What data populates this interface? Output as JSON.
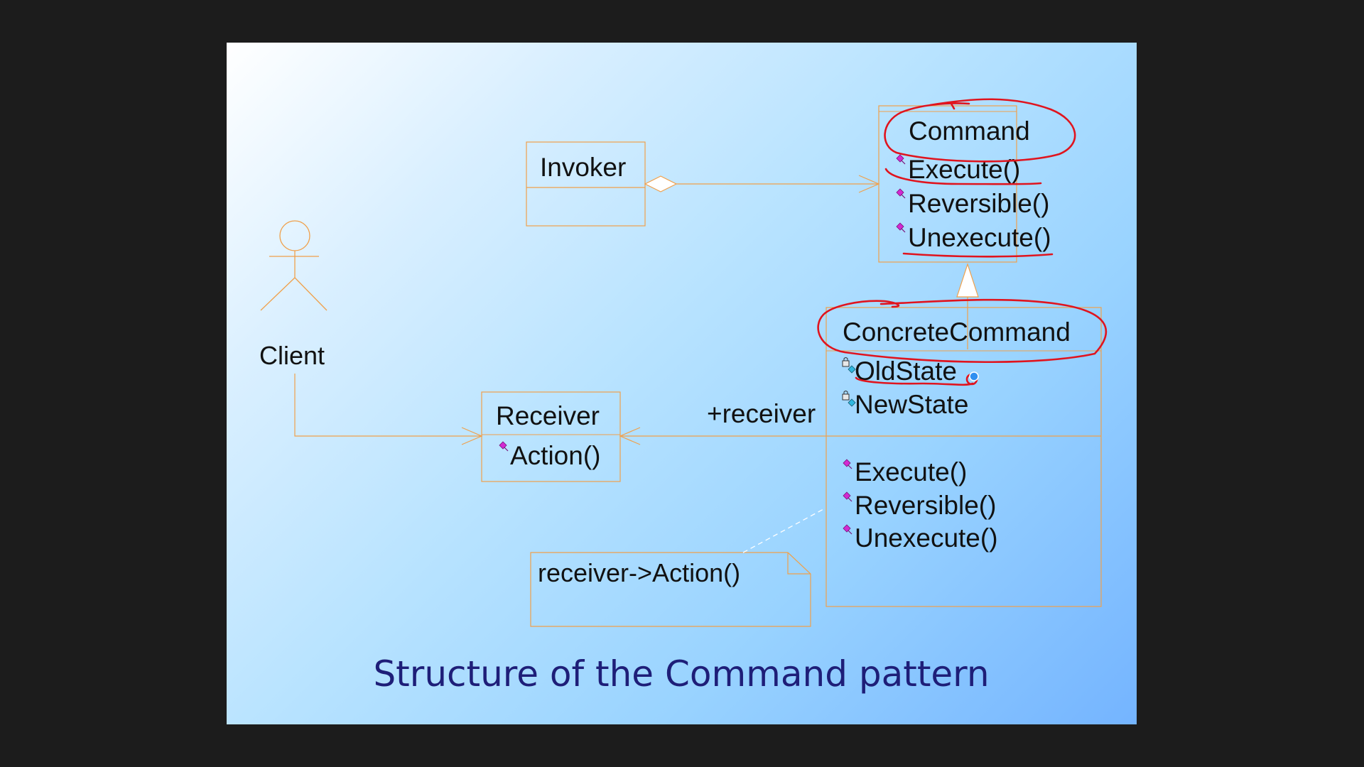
{
  "slide": {
    "title": "Structure of the Command pattern"
  },
  "colors": {
    "frame_background": "#1c1c1c",
    "uml_line": "#f0a04b",
    "annotation": "#e0141e",
    "operation_icon": "#d22ad2",
    "attribute_icon": "#30b8e0",
    "title": "#1e1e78"
  },
  "diagram": {
    "client": {
      "label": "Client"
    },
    "invoker": {
      "name": "Invoker"
    },
    "command": {
      "name": "Command",
      "operations": [
        "Execute()",
        "Reversible()",
        "Unexecute()"
      ]
    },
    "concrete_command": {
      "name": "ConcreteCommand",
      "attributes": [
        "OldState",
        "NewState"
      ],
      "operations": [
        "Execute()",
        "Reversible()",
        "Unexecute()"
      ]
    },
    "receiver": {
      "name": "Receiver",
      "operations": [
        "Action()"
      ]
    },
    "association": {
      "role": "+receiver"
    },
    "note": {
      "text": "receiver->Action()"
    },
    "icons": {
      "operation": "public-operation-icon",
      "attribute": "private-attribute-lock-icon",
      "client": "actor-icon"
    }
  }
}
